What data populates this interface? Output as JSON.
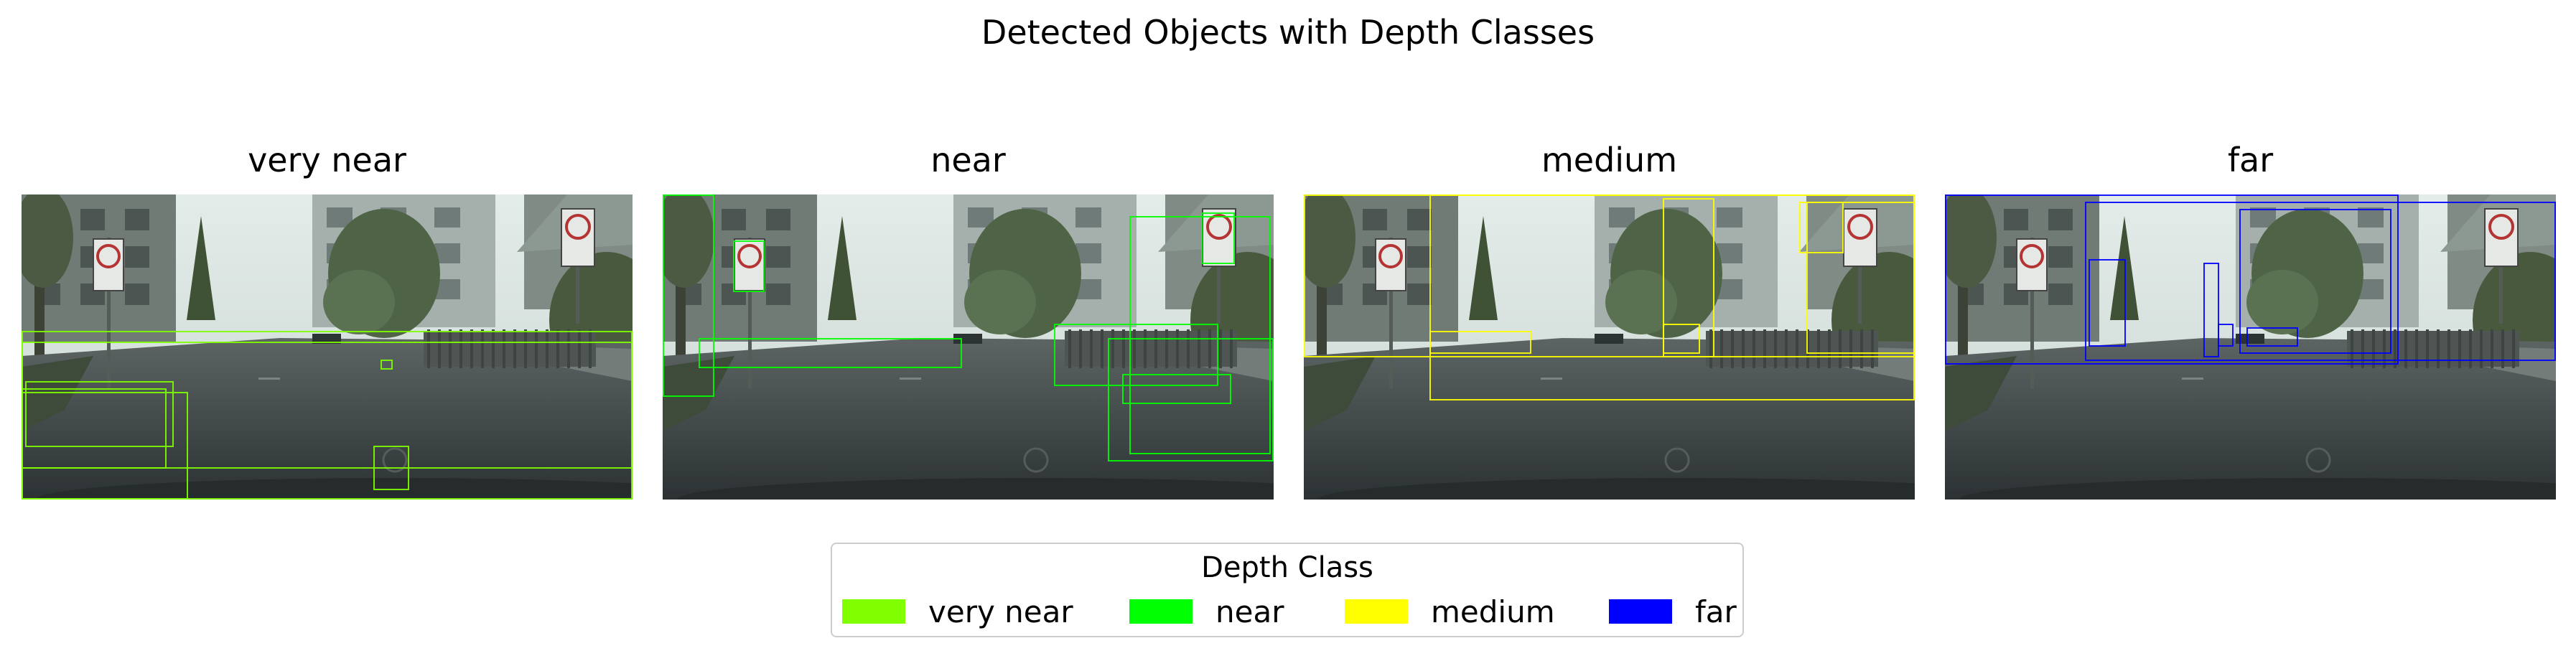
{
  "figure": {
    "suptitle": "Detected Objects with Depth Classes"
  },
  "chart_data": {
    "type": "image-grid",
    "panel_titles": [
      "very near",
      "near",
      "medium",
      "far"
    ],
    "classes": [
      {
        "name": "very near",
        "color": "#7fff00"
      },
      {
        "name": "near",
        "color": "#00ff00"
      },
      {
        "name": "medium",
        "color": "#ffff00"
      },
      {
        "name": "far",
        "color": "#0000ff"
      }
    ],
    "legend_title": "Depth Class",
    "legend_placement": "bottom-center"
  }
}
